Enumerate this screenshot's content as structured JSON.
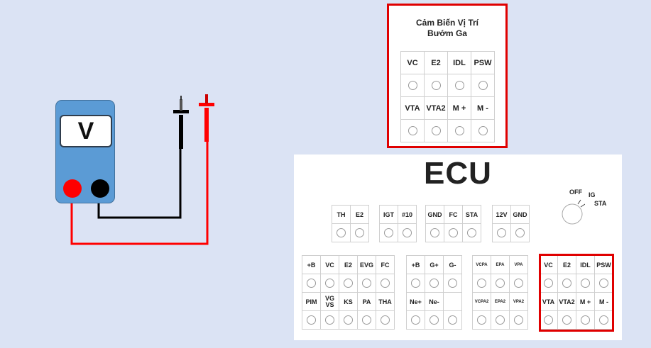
{
  "meter": {
    "display": "V"
  },
  "sensor": {
    "title_line1": "Cảm Biến Vị Trí",
    "title_line2": "Bướm Ga",
    "row1": [
      "VC",
      "E2",
      "IDL",
      "PSW"
    ],
    "row2": [
      "VTA",
      "VTA2",
      "M +",
      "M -"
    ]
  },
  "ecu": {
    "title": "ECU",
    "ignition": [
      "OFF",
      "IG",
      "STA"
    ],
    "top_groups": [
      [
        "TH",
        "E2"
      ],
      [
        "IGT",
        "#10"
      ],
      [
        "GND",
        "FC",
        "STA"
      ],
      [
        "12V",
        "GND"
      ]
    ],
    "bottom_groups": [
      {
        "row1": [
          "+B",
          "VC",
          "E2",
          "EVG",
          "FC"
        ],
        "row2": [
          "PIM",
          "VG\nVS",
          "KS",
          "PA",
          "THA"
        ]
      },
      {
        "row1": [
          "+B",
          "G+",
          "G-"
        ],
        "row2": [
          "Ne+",
          "Ne-",
          ""
        ]
      },
      {
        "row1": [
          "VCPA",
          "EPA",
          "VPA"
        ],
        "row2": [
          "VCPA2",
          "EPA2",
          "VPA2"
        ]
      },
      {
        "row1": [
          "VC",
          "E2",
          "IDL",
          "PSW"
        ],
        "row2": [
          "VTA",
          "VTA2",
          "M +",
          "M -"
        ]
      }
    ]
  }
}
